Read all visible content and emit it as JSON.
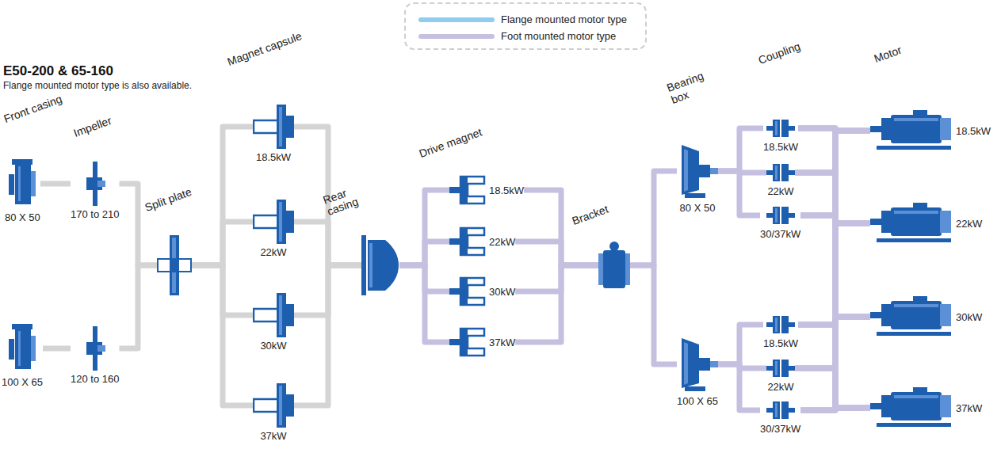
{
  "diagram": {
    "title": "E50-200 & 65-160",
    "caption": "Flange mounted motor type is also available.",
    "nodes": [
      {
        "text": [
          "80 X 50"
        ]
      },
      {
        "text": [
          "100 X 65"
        ]
      },
      {
        "text": [
          "170 to 210"
        ]
      },
      {
        "text": [
          "120 to 160"
        ]
      },
      {
        "text": [
          "Split plate"
        ]
      },
      {
        "text": [
          "18.5kW"
        ]
      },
      {
        "text": [
          "22kW"
        ]
      },
      {
        "text": [
          "30kW"
        ]
      },
      {
        "text": [
          "37kW"
        ]
      },
      {
        "text": [
          "Rear casing"
        ]
      },
      {
        "text": [
          "18.5kW"
        ]
      },
      {
        "text": [
          "22kW"
        ]
      },
      {
        "text": [
          "30kW"
        ]
      },
      {
        "text": [
          "37kW"
        ]
      },
      {
        "text": [
          "Bracket"
        ]
      },
      {
        "text": [
          "80 X 50"
        ]
      },
      {
        "text": [
          "100 X 65"
        ]
      },
      {
        "text": [
          "18.5kW"
        ]
      },
      {
        "text": [
          "22kW"
        ]
      },
      {
        "text": [
          "30/37kW"
        ]
      },
      {
        "text": [
          "18.5kW"
        ]
      },
      {
        "text": [
          "22kW"
        ]
      },
      {
        "text": [
          "30/37kW"
        ]
      },
      {
        "text": [
          "18.5kW"
        ]
      },
      {
        "text": [
          "22kW"
        ]
      },
      {
        "text": [
          "30kW"
        ]
      },
      {
        "text": [
          "37kW"
        ]
      }
    ],
    "edges": [
      {
        "from": 0,
        "to": 2,
        "arrow": "none"
      },
      {
        "from": 1,
        "to": 3,
        "arrow": "none"
      },
      {
        "from": 2,
        "to": 4,
        "arrow": "none"
      },
      {
        "from": 3,
        "to": 4,
        "arrow": "none"
      },
      {
        "from": 4,
        "to": 5,
        "arrow": "none"
      },
      {
        "from": 4,
        "to": 6,
        "arrow": "none"
      },
      {
        "from": 4,
        "to": 7,
        "arrow": "none"
      },
      {
        "from": 4,
        "to": 8,
        "arrow": "none"
      },
      {
        "from": 5,
        "to": 9,
        "arrow": "none"
      },
      {
        "from": 6,
        "to": 9,
        "arrow": "none"
      },
      {
        "from": 7,
        "to": 9,
        "arrow": "none"
      },
      {
        "from": 8,
        "to": 9,
        "arrow": "none"
      },
      {
        "from": 9,
        "to": 10,
        "arrow": "none"
      },
      {
        "from": 9,
        "to": 11,
        "arrow": "none"
      },
      {
        "from": 9,
        "to": 12,
        "arrow": "none"
      },
      {
        "from": 9,
        "to": 13,
        "arrow": "none"
      },
      {
        "from": 10,
        "to": 14,
        "arrow": "none"
      },
      {
        "from": 11,
        "to": 14,
        "arrow": "none"
      },
      {
        "from": 12,
        "to": 14,
        "arrow": "none"
      },
      {
        "from": 13,
        "to": 14,
        "arrow": "none"
      },
      {
        "from": 14,
        "to": 15,
        "arrow": "none"
      },
      {
        "from": 14,
        "to": 16,
        "arrow": "none"
      },
      {
        "from": 15,
        "to": 17,
        "arrow": "none"
      },
      {
        "from": 15,
        "to": 18,
        "arrow": "none"
      },
      {
        "from": 15,
        "to": 19,
        "arrow": "none"
      },
      {
        "from": 16,
        "to": 20,
        "arrow": "none"
      },
      {
        "from": 16,
        "to": 21,
        "arrow": "none"
      },
      {
        "from": 16,
        "to": 22,
        "arrow": "none"
      },
      {
        "from": 17,
        "to": 23,
        "arrow": "none"
      },
      {
        "from": 17,
        "to": 24,
        "arrow": "none"
      },
      {
        "from": 17,
        "to": 25,
        "arrow": "none"
      },
      {
        "from": 17,
        "to": 26,
        "arrow": "none"
      },
      {
        "from": 18,
        "to": 23,
        "arrow": "none"
      },
      {
        "from": 18,
        "to": 24,
        "arrow": "none"
      },
      {
        "from": 18,
        "to": 25,
        "arrow": "none"
      },
      {
        "from": 18,
        "to": 26,
        "arrow": "none"
      },
      {
        "from": 19,
        "to": 23,
        "arrow": "none"
      },
      {
        "from": 19,
        "to": 24,
        "arrow": "none"
      },
      {
        "from": 19,
        "to": 25,
        "arrow": "none"
      },
      {
        "from": 19,
        "to": 26,
        "arrow": "none"
      },
      {
        "from": 20,
        "to": 23,
        "arrow": "none"
      },
      {
        "from": 20,
        "to": 24,
        "arrow": "none"
      },
      {
        "from": 20,
        "to": 25,
        "arrow": "none"
      },
      {
        "from": 20,
        "to": 26,
        "arrow": "none"
      },
      {
        "from": 21,
        "to": 23,
        "arrow": "none"
      },
      {
        "from": 21,
        "to": 24,
        "arrow": "none"
      },
      {
        "from": 21,
        "to": 25,
        "arrow": "none"
      },
      {
        "from": 21,
        "to": 26,
        "arrow": "none"
      },
      {
        "from": 22,
        "to": 23,
        "arrow": "none"
      },
      {
        "from": 22,
        "to": 24,
        "arrow": "none"
      },
      {
        "from": 22,
        "to": 25,
        "arrow": "none"
      },
      {
        "from": 22,
        "to": 26,
        "arrow": "none"
      }
    ],
    "labels": [
      "Front casing",
      "Impeller",
      "Magnet capsule",
      "Drive magnet",
      "Bearing box",
      "Coupling",
      "Motor"
    ],
    "legend": [
      {
        "text": "Flange mounted motor type",
        "color": "#8ecdf0"
      },
      {
        "text": "Foot mounted motor type",
        "color": "#c5c0e0"
      }
    ]
  }
}
